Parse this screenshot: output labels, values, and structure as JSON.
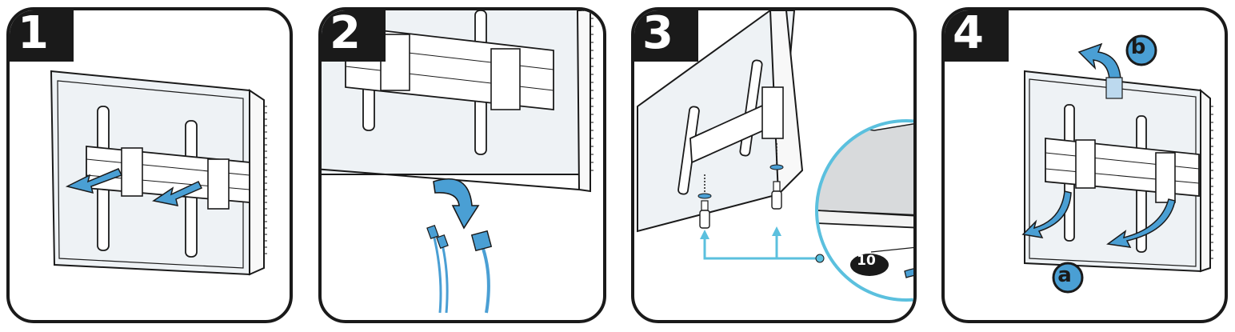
{
  "steps": [
    {
      "number": "1"
    },
    {
      "number": "2"
    },
    {
      "number": "3"
    },
    {
      "number": "4"
    }
  ],
  "callouts": {
    "part_number": "10",
    "label_a": "a",
    "label_b": "b"
  },
  "colors": {
    "accent_blue": "#4a9fd4",
    "detail_circle": "#5bc0de",
    "outline": "#1a1a1a",
    "tv_screen": "#eef2f5"
  },
  "icons": [
    "arrow-left-icon",
    "arrow-down-curved-icon",
    "screwdriver-icon",
    "rotate-arrow-icon",
    "arrow-up-curved-icon"
  ]
}
